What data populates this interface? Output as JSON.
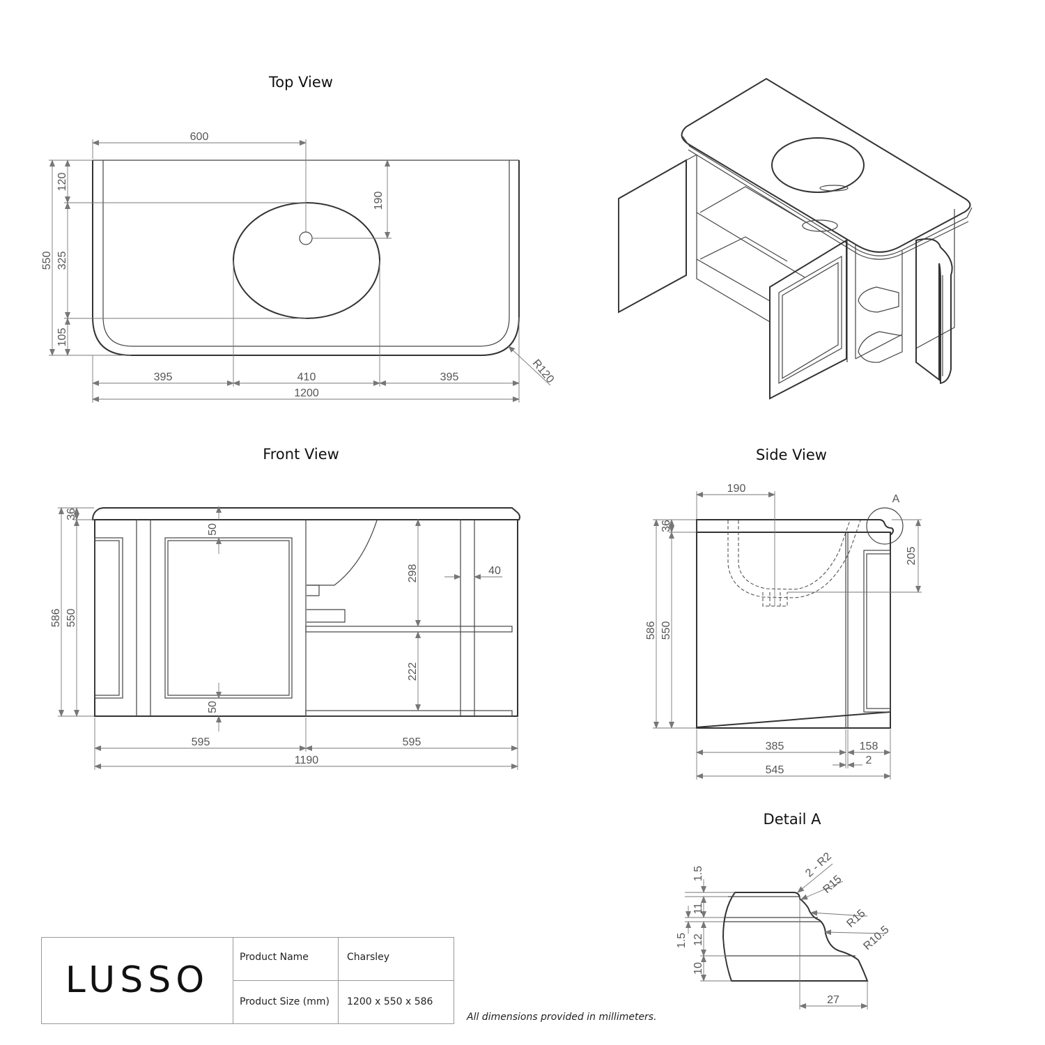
{
  "views": {
    "top": {
      "title": "Top View",
      "dims": {
        "d600": "600",
        "d120": "120",
        "d190": "190",
        "d550": "550",
        "d325": "325",
        "d105": "105",
        "d395a": "395",
        "d410": "410",
        "d395b": "395",
        "d1200": "1200",
        "r120": "R120"
      }
    },
    "front": {
      "title": "Front View",
      "dims": {
        "d36": "36",
        "d586": "586",
        "d550": "550",
        "d50top": "50",
        "d50bot": "50",
        "d298": "298",
        "d222": "222",
        "d40": "40",
        "d595a": "595",
        "d595b": "595",
        "d1190": "1190"
      }
    },
    "side": {
      "title": "Side View",
      "dims": {
        "d190": "190",
        "d36": "36",
        "d586": "586",
        "d550": "550",
        "d205": "205",
        "d385": "385",
        "d158": "158",
        "d2": "2",
        "d545": "545",
        "detail_marker": "A"
      }
    },
    "detail": {
      "title": "Detail A",
      "dims": {
        "d15a": "1.5",
        "d11": "11",
        "d15b": "1.5",
        "d12": "12",
        "d10": "10",
        "d27": "27",
        "r2": "2 - R2",
        "r15a": "R15",
        "r15b": "R15",
        "r105": "R10.5"
      }
    }
  },
  "title_block": {
    "logo": "LUSSO",
    "product_name_label": "Product Name",
    "product_name_value": "Charsley",
    "product_size_label": "Product Size (mm)",
    "product_size_value": "1200 x 550 x 586"
  },
  "footnote": "All dimensions provided in millimeters."
}
